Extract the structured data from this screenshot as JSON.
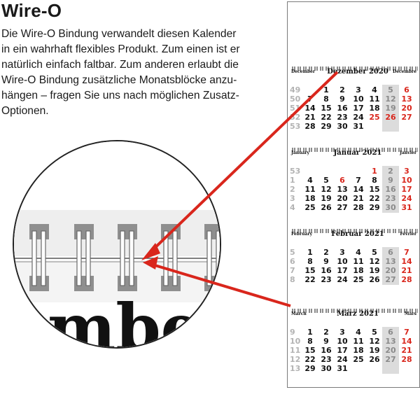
{
  "title": "Wire-O",
  "description_lines": [
    "Die Wire-O Bindung verwandelt diesen Kalender",
    "in ein wahrhaft flexibles Produkt. Zum einen ist er",
    "natürlich einfach faltbar. Zum anderen erlaubt die",
    "Wire-O Bindung zusätzliche Monatsblöcke anzu-",
    "hängen – fragen Sie uns nach möglichen Zusatz-",
    "Optionen."
  ],
  "zoom_text": "mbe",
  "colors": {
    "accent_red": "#d9261c",
    "week_grey": "#b3b3b3",
    "shade_grey": "#dcdcdc"
  },
  "months": [
    {
      "title": "Dezember 2020",
      "left": "December",
      "right": "Décembre",
      "kw": [
        "49",
        "50",
        "51",
        "52",
        "53"
      ],
      "rows": [
        [
          [
            "",
            ""
          ],
          [
            "1",
            ""
          ],
          [
            "2",
            ""
          ],
          [
            "3",
            ""
          ],
          [
            "4",
            ""
          ],
          [
            "5",
            "grey"
          ],
          [
            "6",
            "red"
          ]
        ],
        [
          [
            "7",
            ""
          ],
          [
            "8",
            ""
          ],
          [
            "9",
            ""
          ],
          [
            "10",
            ""
          ],
          [
            "11",
            ""
          ],
          [
            "12",
            "grey"
          ],
          [
            "13",
            "red"
          ]
        ],
        [
          [
            "14",
            ""
          ],
          [
            "15",
            ""
          ],
          [
            "16",
            ""
          ],
          [
            "17",
            ""
          ],
          [
            "18",
            ""
          ],
          [
            "19",
            "grey"
          ],
          [
            "20",
            "red"
          ]
        ],
        [
          [
            "21",
            ""
          ],
          [
            "22",
            ""
          ],
          [
            "23",
            ""
          ],
          [
            "24",
            ""
          ],
          [
            "25",
            "red"
          ],
          [
            "26",
            "red"
          ],
          [
            "27",
            "red"
          ]
        ],
        [
          [
            "28",
            ""
          ],
          [
            "29",
            ""
          ],
          [
            "30",
            ""
          ],
          [
            "31",
            ""
          ],
          [
            "",
            ""
          ],
          [
            "",
            ""
          ],
          [
            "",
            ""
          ]
        ]
      ]
    },
    {
      "title": "Januar 2021",
      "left": "January",
      "right": "Janvier",
      "kw": [
        "53",
        "1",
        "2",
        "3",
        "4"
      ],
      "rows": [
        [
          [
            "",
            ""
          ],
          [
            "",
            ""
          ],
          [
            "",
            ""
          ],
          [
            "",
            ""
          ],
          [
            "1",
            "red"
          ],
          [
            "2",
            "grey"
          ],
          [
            "3",
            "red"
          ]
        ],
        [
          [
            "4",
            ""
          ],
          [
            "5",
            ""
          ],
          [
            "6",
            "red"
          ],
          [
            "7",
            ""
          ],
          [
            "8",
            ""
          ],
          [
            "9",
            "grey"
          ],
          [
            "10",
            "red"
          ]
        ],
        [
          [
            "11",
            ""
          ],
          [
            "12",
            ""
          ],
          [
            "13",
            ""
          ],
          [
            "14",
            ""
          ],
          [
            "15",
            ""
          ],
          [
            "16",
            "grey"
          ],
          [
            "17",
            "red"
          ]
        ],
        [
          [
            "18",
            ""
          ],
          [
            "19",
            ""
          ],
          [
            "20",
            ""
          ],
          [
            "21",
            ""
          ],
          [
            "22",
            ""
          ],
          [
            "23",
            "grey"
          ],
          [
            "24",
            "red"
          ]
        ],
        [
          [
            "25",
            ""
          ],
          [
            "26",
            ""
          ],
          [
            "27",
            ""
          ],
          [
            "28",
            ""
          ],
          [
            "29",
            ""
          ],
          [
            "30",
            "grey"
          ],
          [
            "31",
            "red"
          ]
        ]
      ]
    },
    {
      "title": "Februar 2021",
      "left": "February",
      "right": "Février",
      "kw": [
        "5",
        "6",
        "7",
        "8"
      ],
      "rows": [
        [
          [
            "1",
            ""
          ],
          [
            "2",
            ""
          ],
          [
            "3",
            ""
          ],
          [
            "4",
            ""
          ],
          [
            "5",
            ""
          ],
          [
            "6",
            "grey"
          ],
          [
            "7",
            "red"
          ]
        ],
        [
          [
            "8",
            ""
          ],
          [
            "9",
            ""
          ],
          [
            "10",
            ""
          ],
          [
            "11",
            ""
          ],
          [
            "12",
            ""
          ],
          [
            "13",
            "grey"
          ],
          [
            "14",
            "red"
          ]
        ],
        [
          [
            "15",
            ""
          ],
          [
            "16",
            ""
          ],
          [
            "17",
            ""
          ],
          [
            "18",
            ""
          ],
          [
            "19",
            ""
          ],
          [
            "20",
            "grey"
          ],
          [
            "21",
            "red"
          ]
        ],
        [
          [
            "22",
            ""
          ],
          [
            "23",
            ""
          ],
          [
            "24",
            ""
          ],
          [
            "25",
            ""
          ],
          [
            "26",
            ""
          ],
          [
            "27",
            "grey"
          ],
          [
            "28",
            "red"
          ]
        ]
      ]
    },
    {
      "title": "März 2021",
      "left": "March",
      "right": "Mars",
      "kw": [
        "9",
        "10",
        "11",
        "12",
        "13"
      ],
      "rows": [
        [
          [
            "1",
            ""
          ],
          [
            "2",
            ""
          ],
          [
            "3",
            ""
          ],
          [
            "4",
            ""
          ],
          [
            "5",
            ""
          ],
          [
            "6",
            "grey"
          ],
          [
            "7",
            "red"
          ]
        ],
        [
          [
            "8",
            ""
          ],
          [
            "9",
            ""
          ],
          [
            "10",
            ""
          ],
          [
            "11",
            ""
          ],
          [
            "12",
            ""
          ],
          [
            "13",
            "grey"
          ],
          [
            "14",
            "red"
          ]
        ],
        [
          [
            "15",
            ""
          ],
          [
            "16",
            ""
          ],
          [
            "17",
            ""
          ],
          [
            "18",
            ""
          ],
          [
            "19",
            ""
          ],
          [
            "20",
            "grey"
          ],
          [
            "21",
            "red"
          ]
        ],
        [
          [
            "22",
            ""
          ],
          [
            "23",
            ""
          ],
          [
            "24",
            ""
          ],
          [
            "25",
            ""
          ],
          [
            "26",
            ""
          ],
          [
            "27",
            "grey"
          ],
          [
            "28",
            "red"
          ]
        ],
        [
          [
            "29",
            ""
          ],
          [
            "30",
            ""
          ],
          [
            "31",
            ""
          ],
          [
            "",
            ""
          ],
          [
            "",
            ""
          ],
          [
            "",
            ""
          ],
          [
            "",
            ""
          ]
        ]
      ]
    }
  ]
}
